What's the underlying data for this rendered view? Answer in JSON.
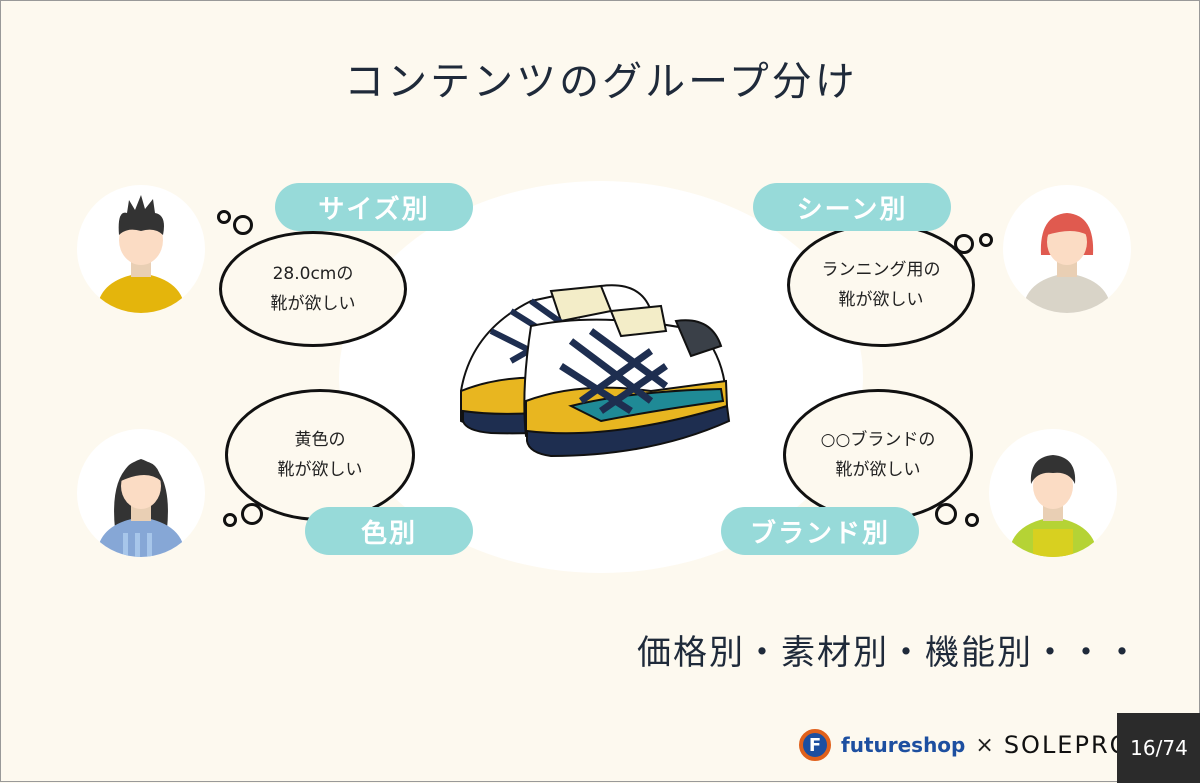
{
  "title": "コンテンツのグループ分け",
  "groups": [
    {
      "label": "サイズ別",
      "thought_line1": "28.0cmの",
      "thought_line2": "靴が欲しい"
    },
    {
      "label": "シーン別",
      "thought_line1": "ランニング用の",
      "thought_line2": "靴が欲しい"
    },
    {
      "label": "色別",
      "thought_line1": "黄色の",
      "thought_line2": "靴が欲しい"
    },
    {
      "label": "ブランド別",
      "thought_line1": "○○ブランドの",
      "thought_line2": "靴が欲しい"
    }
  ],
  "others": "価格別・素材別・機能別・・・",
  "footer": {
    "logo_letter": "F",
    "brand1": "futureshop",
    "separator": "×",
    "brand2": "SOLEPRO",
    "page": "16/74"
  },
  "colors": {
    "pill": "#97dad9",
    "background": "#fdf9ef",
    "page_box": "#2b2b2b"
  }
}
